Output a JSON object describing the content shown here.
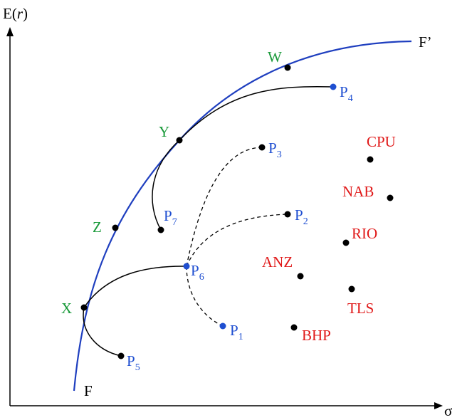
{
  "axes": {
    "y_label_prefix": "E(",
    "y_label_var": "r",
    "y_label_suffix": ")",
    "x_label": "σ"
  },
  "frontier": {
    "start_label": "F",
    "end_label": "F’",
    "color": "#1f3fbf"
  },
  "colors": {
    "frontier_point_label": "#1a9a3a",
    "portfolio_label": "#1f4fd1",
    "stock_label": "#e01919",
    "curve": "#000000"
  },
  "frontier_points": [
    {
      "id": "w",
      "label": "W"
    },
    {
      "id": "y",
      "label": "Y"
    },
    {
      "id": "z",
      "label": "Z"
    },
    {
      "id": "x",
      "label": "X"
    }
  ],
  "portfolios": [
    {
      "id": "p1",
      "main": "P",
      "sub": "1"
    },
    {
      "id": "p2",
      "main": "P",
      "sub": "2"
    },
    {
      "id": "p3",
      "main": "P",
      "sub": "3"
    },
    {
      "id": "p4",
      "main": "P",
      "sub": "4"
    },
    {
      "id": "p5",
      "main": "P",
      "sub": "5"
    },
    {
      "id": "p6",
      "main": "P",
      "sub": "6"
    },
    {
      "id": "p7",
      "main": "P",
      "sub": "7"
    }
  ],
  "stocks": [
    {
      "id": "cpu",
      "label": "CPU"
    },
    {
      "id": "nab",
      "label": "NAB"
    },
    {
      "id": "rio",
      "label": "RIO"
    },
    {
      "id": "anz",
      "label": "ANZ"
    },
    {
      "id": "tls",
      "label": "TLS"
    },
    {
      "id": "bhp",
      "label": "BHP"
    }
  ]
}
